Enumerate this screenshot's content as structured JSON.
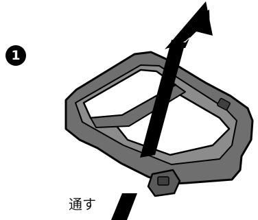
{
  "step": {
    "number": "1"
  },
  "caption": {
    "text": "通す"
  },
  "colors": {
    "buckle_fill": "#6f6f6f",
    "buckle_inner": "#8c8c8c",
    "buckle_shadow": "#3f3f3f",
    "outline": "#000000",
    "strap": "#000000"
  },
  "icons": {
    "step_badge": "circled-number-icon",
    "arrow": "arrow-up-icon",
    "buckle": "buckle-illustration"
  }
}
